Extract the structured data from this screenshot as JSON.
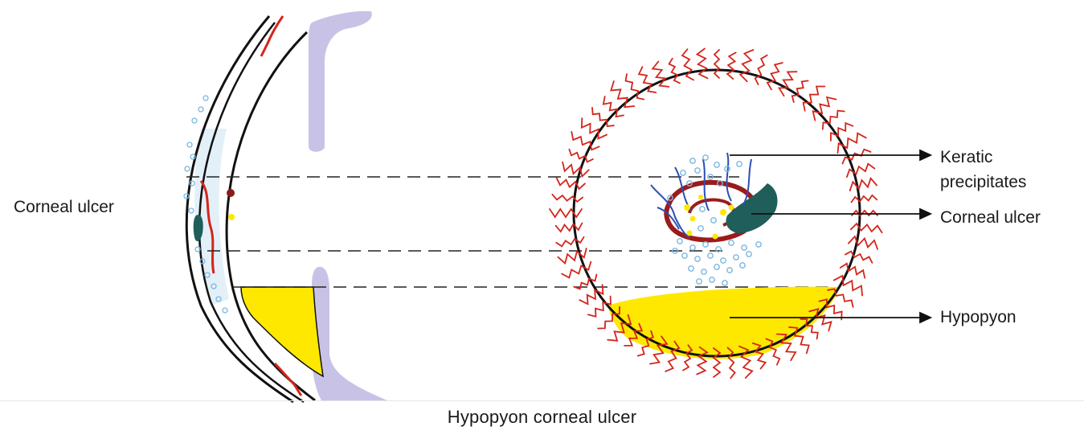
{
  "labels": {
    "corneal_ulcer_left": "Corneal ulcer",
    "keratic_precipitates_line1": "Keratic",
    "keratic_precipitates_line2": "precipitates",
    "corneal_ulcer_right": "Corneal ulcer",
    "hypopyon": "Hypopyon"
  },
  "caption": "Hypopyon corneal ulcer",
  "colors": {
    "outline": "#111111",
    "vessels": "#d4251b",
    "ulcer_ring": "#9b1b1b",
    "hypopyon": "#ffe800",
    "iris": "#c8c3e6",
    "precipitates": "#7ab8e0",
    "necrotic_patch": "#1f5e5a",
    "new_vessels": "#2b4fb3"
  }
}
